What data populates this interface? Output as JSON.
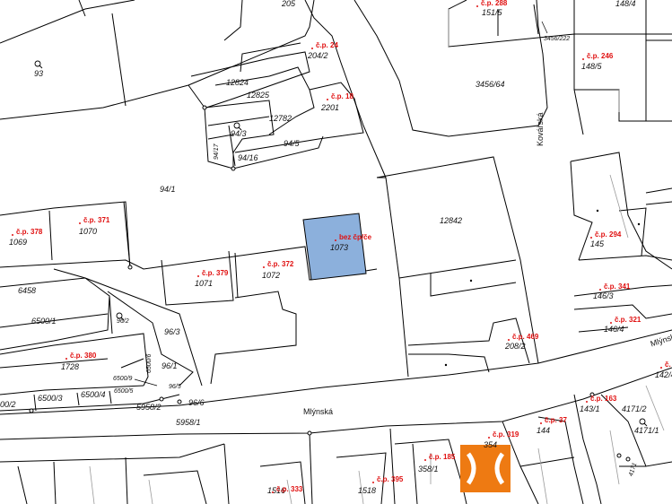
{
  "parcels": [
    {
      "id": "p93",
      "label": "93"
    },
    {
      "id": "p205",
      "label": "205"
    },
    {
      "id": "p2042",
      "label": "204/2"
    },
    {
      "id": "p12824",
      "label": "12824"
    },
    {
      "id": "p12825",
      "label": "12825"
    },
    {
      "id": "p2201",
      "label": "2201"
    },
    {
      "id": "p12782",
      "label": "12782"
    },
    {
      "id": "p943",
      "label": "94/3"
    },
    {
      "id": "p945",
      "label": "94/5"
    },
    {
      "id": "p9417",
      "label": "94/17"
    },
    {
      "id": "p9416",
      "label": "94/16"
    },
    {
      "id": "p941",
      "label": "94/1"
    },
    {
      "id": "p1515",
      "label": "151/5"
    },
    {
      "id": "p3456222",
      "label": "3456/222"
    },
    {
      "id": "p345664",
      "label": "3456/64"
    },
    {
      "id": "p1484",
      "label": "148/4"
    },
    {
      "id": "p1485",
      "label": "148/5"
    },
    {
      "id": "p12842",
      "label": "12842"
    },
    {
      "id": "p1069",
      "label": "1069"
    },
    {
      "id": "p1070",
      "label": "1070"
    },
    {
      "id": "p1073",
      "label": "1073"
    },
    {
      "id": "p1071",
      "label": "1071"
    },
    {
      "id": "p1072",
      "label": "1072"
    },
    {
      "id": "p6458",
      "label": "6458"
    },
    {
      "id": "p65001",
      "label": "6500/1"
    },
    {
      "id": "p962",
      "label": "96/2"
    },
    {
      "id": "p963",
      "label": "96/3"
    },
    {
      "id": "p1728",
      "label": "1728"
    },
    {
      "id": "p65006",
      "label": "6500/6"
    },
    {
      "id": "p961",
      "label": "96/1"
    },
    {
      "id": "p65009",
      "label": "6500/9"
    },
    {
      "id": "p965",
      "label": "96/5"
    },
    {
      "id": "p65005",
      "label": "6500/5"
    },
    {
      "id": "p65004",
      "label": "6500/4"
    },
    {
      "id": "p65003",
      "label": "6500/3"
    },
    {
      "id": "p65002",
      "label": "00/2"
    },
    {
      "id": "p59582",
      "label": "5958/2"
    },
    {
      "id": "p966",
      "label": "96/6"
    },
    {
      "id": "p59581",
      "label": "5958/1"
    },
    {
      "id": "p145",
      "label": "145"
    },
    {
      "id": "p1463",
      "label": "146/3"
    },
    {
      "id": "p1464",
      "label": "146/4"
    },
    {
      "id": "p2082",
      "label": "208/2"
    },
    {
      "id": "p1424",
      "label": "142/4"
    },
    {
      "id": "p1431",
      "label": "143/1"
    },
    {
      "id": "p41712",
      "label": "4171/2"
    },
    {
      "id": "p41711",
      "label": "4171/1"
    },
    {
      "id": "p144",
      "label": "144"
    },
    {
      "id": "p354",
      "label": "354"
    },
    {
      "id": "p3581",
      "label": "358/1"
    },
    {
      "id": "p1516",
      "label": "1516"
    },
    {
      "id": "p1518",
      "label": "1518"
    },
    {
      "id": "p4171",
      "label": "4171"
    }
  ],
  "house_numbers": [
    {
      "id": "cp288",
      "label": "č.p. 288"
    },
    {
      "id": "cp24",
      "label": "č.p. 24"
    },
    {
      "id": "cp18",
      "label": "č.p. 18"
    },
    {
      "id": "cp246",
      "label": "č.p. 246"
    },
    {
      "id": "cp378",
      "label": "č.p. 378"
    },
    {
      "id": "cp371",
      "label": "č.p. 371"
    },
    {
      "id": "bezcp",
      "label": "bez čp/če"
    },
    {
      "id": "cp379",
      "label": "č.p. 379"
    },
    {
      "id": "cp372",
      "label": "č.p. 372"
    },
    {
      "id": "cp294",
      "label": "č.p. 294"
    },
    {
      "id": "cp341",
      "label": "č.p. 341"
    },
    {
      "id": "cp321",
      "label": "č.p. 321"
    },
    {
      "id": "cp380",
      "label": "č.p. 380"
    },
    {
      "id": "cp469",
      "label": "č.p. 469"
    },
    {
      "id": "cp163",
      "label": "č.p. 163"
    },
    {
      "id": "cp37",
      "label": "č.p. 37"
    },
    {
      "id": "cp319",
      "label": "č.p. 319"
    },
    {
      "id": "cp185",
      "label": "č.p. 185"
    },
    {
      "id": "cp333",
      "label": "č.p. 333"
    },
    {
      "id": "cp395",
      "label": "č.p. 395"
    },
    {
      "id": "cp",
      "label": "č."
    }
  ],
  "streets": {
    "mlynska_main": "Mlýnská",
    "mlynska_right": "Mlýnsk",
    "kovarska": "Kovářská"
  },
  "highlight_color": "#8cb0dc",
  "logo_color": "#ee7a12"
}
